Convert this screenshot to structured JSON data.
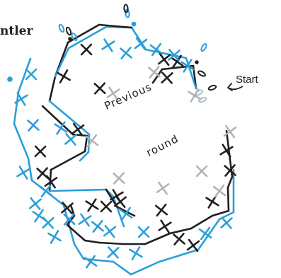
{
  "labels": {
    "title": "ntler",
    "start": "Start",
    "previous": "Previous",
    "round": "round"
  },
  "colors": {
    "blue": "#2b9fd9",
    "black": "#231f20",
    "gray": "#b3b3b3",
    "gray_blue": "#a9c3d6",
    "background": "#ffffff"
  }
}
